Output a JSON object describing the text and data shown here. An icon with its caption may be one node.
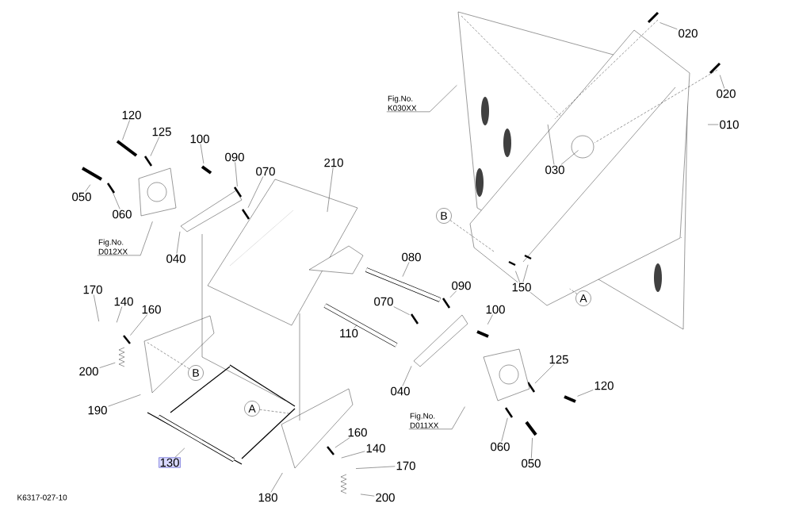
{
  "diagram": {
    "nodes": [
      {
        "text": [
          "020"
        ]
      },
      {
        "text": [
          "020"
        ]
      },
      {
        "text": [
          "010"
        ]
      },
      {
        "text": [
          "Fig.No. K030XX"
        ]
      },
      {
        "text": [
          "030"
        ]
      },
      {
        "text": [
          "120"
        ]
      },
      {
        "text": [
          "125"
        ]
      },
      {
        "text": [
          "100"
        ]
      },
      {
        "text": [
          "090"
        ]
      },
      {
        "text": [
          "070"
        ]
      },
      {
        "text": [
          "210"
        ]
      },
      {
        "text": [
          "050"
        ]
      },
      {
        "text": [
          "060"
        ]
      },
      {
        "text": [
          "Fig.No. D012XX"
        ]
      },
      {
        "text": [
          "040"
        ]
      },
      {
        "text": [
          "B"
        ]
      },
      {
        "text": [
          "080"
        ]
      },
      {
        "text": [
          "090"
        ]
      },
      {
        "text": [
          "150"
        ]
      },
      {
        "text": [
          "A"
        ]
      },
      {
        "text": [
          "170"
        ]
      },
      {
        "text": [
          "140"
        ]
      },
      {
        "text": [
          "160"
        ]
      },
      {
        "text": [
          "070"
        ]
      },
      {
        "text": [
          "100"
        ]
      },
      {
        "text": [
          "110"
        ]
      },
      {
        "text": [
          "200"
        ]
      },
      {
        "text": [
          "B"
        ]
      },
      {
        "text": [
          "125"
        ]
      },
      {
        "text": [
          "040"
        ]
      },
      {
        "text": [
          "120"
        ]
      },
      {
        "text": [
          "190"
        ]
      },
      {
        "text": [
          "Fig.No. D011XX"
        ]
      },
      {
        "text": [
          "A"
        ]
      },
      {
        "text": [
          "160"
        ]
      },
      {
        "text": [
          "130"
        ]
      },
      {
        "text": [
          "140"
        ]
      },
      {
        "text": [
          "170"
        ]
      },
      {
        "text": [
          "060"
        ]
      },
      {
        "text": [
          "050"
        ]
      },
      {
        "text": [
          "180"
        ]
      },
      {
        "text": [
          "200"
        ]
      }
    ],
    "edges": [
      {
        "from": 0,
        "to": null,
        "arrow": "none"
      },
      {
        "from": 1,
        "to": null,
        "arrow": "none"
      },
      {
        "from": 2,
        "to": null,
        "arrow": "none"
      },
      {
        "from": 3,
        "to": null,
        "arrow": "none"
      },
      {
        "from": 4,
        "to": null,
        "arrow": "none"
      },
      {
        "from": 4,
        "to": null,
        "arrow": "none"
      },
      {
        "from": 5,
        "to": null,
        "arrow": "none"
      },
      {
        "from": 6,
        "to": null,
        "arrow": "none"
      },
      {
        "from": 7,
        "to": null,
        "arrow": "none"
      },
      {
        "from": 8,
        "to": null,
        "arrow": "none"
      },
      {
        "from": 9,
        "to": null,
        "arrow": "none"
      },
      {
        "from": 10,
        "to": null,
        "arrow": "none"
      },
      {
        "from": 11,
        "to": null,
        "arrow": "none"
      },
      {
        "from": 12,
        "to": null,
        "arrow": "none"
      },
      {
        "from": 13,
        "to": null,
        "arrow": "none"
      },
      {
        "from": 14,
        "to": null,
        "arrow": "none"
      },
      {
        "from": 15,
        "to": null,
        "arrow": "none",
        "style": "dashed"
      },
      {
        "from": 16,
        "to": null,
        "arrow": "none"
      },
      {
        "from": 17,
        "to": null,
        "arrow": "none"
      },
      {
        "from": 18,
        "to": null,
        "arrow": "none"
      },
      {
        "from": 18,
        "to": null,
        "arrow": "none"
      },
      {
        "from": 19,
        "to": null,
        "arrow": "none",
        "style": "dashed"
      },
      {
        "from": 20,
        "to": null,
        "arrow": "none"
      },
      {
        "from": 21,
        "to": null,
        "arrow": "none"
      },
      {
        "from": 22,
        "to": null,
        "arrow": "none"
      },
      {
        "from": 23,
        "to": null,
        "arrow": "none"
      },
      {
        "from": 24,
        "to": null,
        "arrow": "none"
      },
      {
        "from": 25,
        "to": null,
        "arrow": "none"
      },
      {
        "from": 26,
        "to": null,
        "arrow": "none"
      },
      {
        "from": 27,
        "to": null,
        "arrow": "none",
        "style": "dashed"
      },
      {
        "from": 28,
        "to": null,
        "arrow": "none"
      },
      {
        "from": 29,
        "to": null,
        "arrow": "none"
      },
      {
        "from": 30,
        "to": null,
        "arrow": "none"
      },
      {
        "from": 31,
        "to": null,
        "arrow": "none"
      },
      {
        "from": 32,
        "to": null,
        "arrow": "none"
      },
      {
        "from": 33,
        "to": null,
        "arrow": "none",
        "style": "dashed"
      },
      {
        "from": 34,
        "to": null,
        "arrow": "none"
      },
      {
        "from": 35,
        "to": null,
        "arrow": "none"
      },
      {
        "from": 36,
        "to": null,
        "arrow": "none"
      },
      {
        "from": 37,
        "to": null,
        "arrow": "none"
      },
      {
        "from": 38,
        "to": null,
        "arrow": "none"
      },
      {
        "from": 39,
        "to": null,
        "arrow": "none"
      },
      {
        "from": 40,
        "to": null,
        "arrow": "none"
      },
      {
        "from": 41,
        "to": null,
        "arrow": "none"
      }
    ],
    "labels": [
      "K6317-027-10"
    ]
  }
}
